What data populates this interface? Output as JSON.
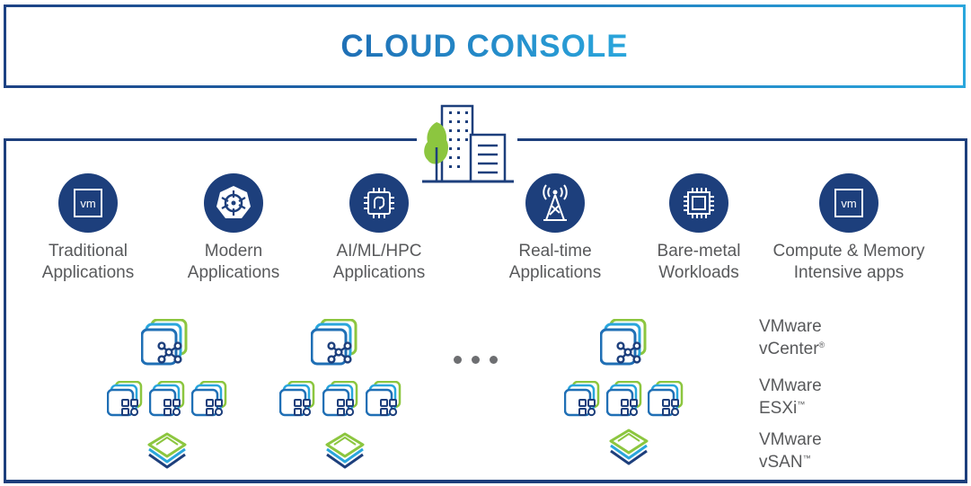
{
  "title": "CLOUD CONSOLE",
  "apps": [
    {
      "label": "Traditional\nApplications",
      "icon": "vm-icon"
    },
    {
      "label": "Modern\nApplications",
      "icon": "kubernetes-icon"
    },
    {
      "label": "AI/ML/HPC\nApplications",
      "icon": "chip-brain-icon"
    },
    {
      "label": "Real-time\nApplications",
      "icon": "antenna-tower-icon"
    },
    {
      "label": "Bare-metal\nWorkloads",
      "icon": "processor-chip-icon"
    },
    {
      "label": "Compute & Memory\nIntensive apps",
      "icon": "vm-icon"
    }
  ],
  "vm_text": "vm",
  "legend": {
    "vcenter": {
      "line1": "VMware",
      "line2": "vCenter",
      "mark": "®"
    },
    "esxi": {
      "line1": "VMware",
      "line2": "ESXi",
      "mark": "™"
    },
    "vsan": {
      "line1": "VMware",
      "line2": "vSAN",
      "mark": "™"
    }
  },
  "colors": {
    "navy": "#1d3f7c",
    "blue": "#1f6fb5",
    "cyan": "#2aa6dc",
    "green": "#8cc63f",
    "text": "#58595b"
  }
}
